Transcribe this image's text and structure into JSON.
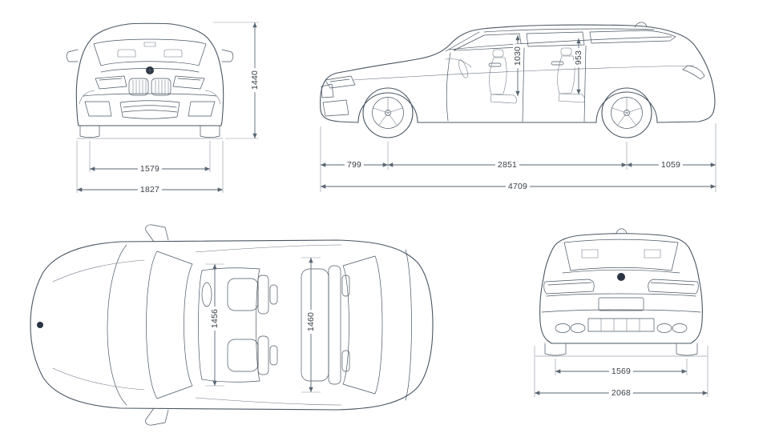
{
  "canvas": {
    "background_color": "#ffffff",
    "line_color": "#4a5663",
    "dim_line_color": "#5a6673",
    "text_color": "#3a4047"
  },
  "views": {
    "front": {
      "dims": {
        "track_width": "1579",
        "overall_width": "1827",
        "overall_height": "1440"
      }
    },
    "side": {
      "dims": {
        "front_overhang": "799",
        "wheelbase": "2851",
        "rear_overhang": "1059",
        "overall_length": "4709",
        "front_interior_height": "1030",
        "rear_interior_height": "953"
      }
    },
    "top": {
      "dims": {
        "front_interior_width": "1456",
        "rear_interior_width": "1460"
      }
    },
    "rear": {
      "dims": {
        "rear_track_width": "1569",
        "overall_width_incl_mirrors": "2068"
      }
    }
  }
}
